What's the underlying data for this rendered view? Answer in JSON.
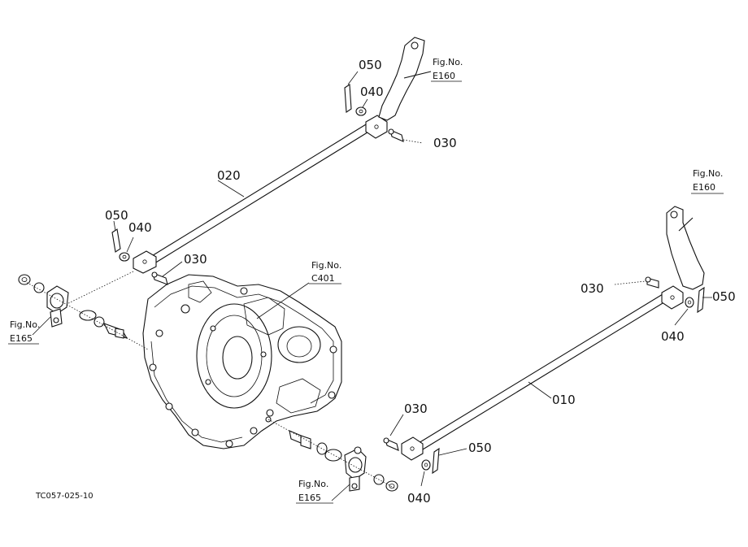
{
  "labels": {
    "rod_upper": "020",
    "rod_lower": "010",
    "pin_upper_right": "030",
    "pin_upper_left": "030",
    "pin_lower_right": "030",
    "pin_lower_left": "030",
    "washer_upper_right": "040",
    "washer_upper_left": "040",
    "washer_lower_right": "040",
    "washer_lower_left": "040",
    "cotter_upper_right": "050",
    "cotter_upper_left": "050",
    "cotter_lower_right": "050",
    "cotter_lower_left": "050"
  },
  "figure_refs": {
    "e160_top": {
      "line1": "Fig.No.",
      "line2": "E160"
    },
    "e160_right": {
      "line1": "Fig.No.",
      "line2": "E160"
    },
    "c401": {
      "line1": "Fig.No.",
      "line2": "C401"
    },
    "e165_left": {
      "line1": "Fig.No.",
      "line2": "E165"
    },
    "e165_bottom": {
      "line1": "Fig.No.",
      "line2": "E165"
    }
  },
  "drawing_code": "TC057-025-10"
}
